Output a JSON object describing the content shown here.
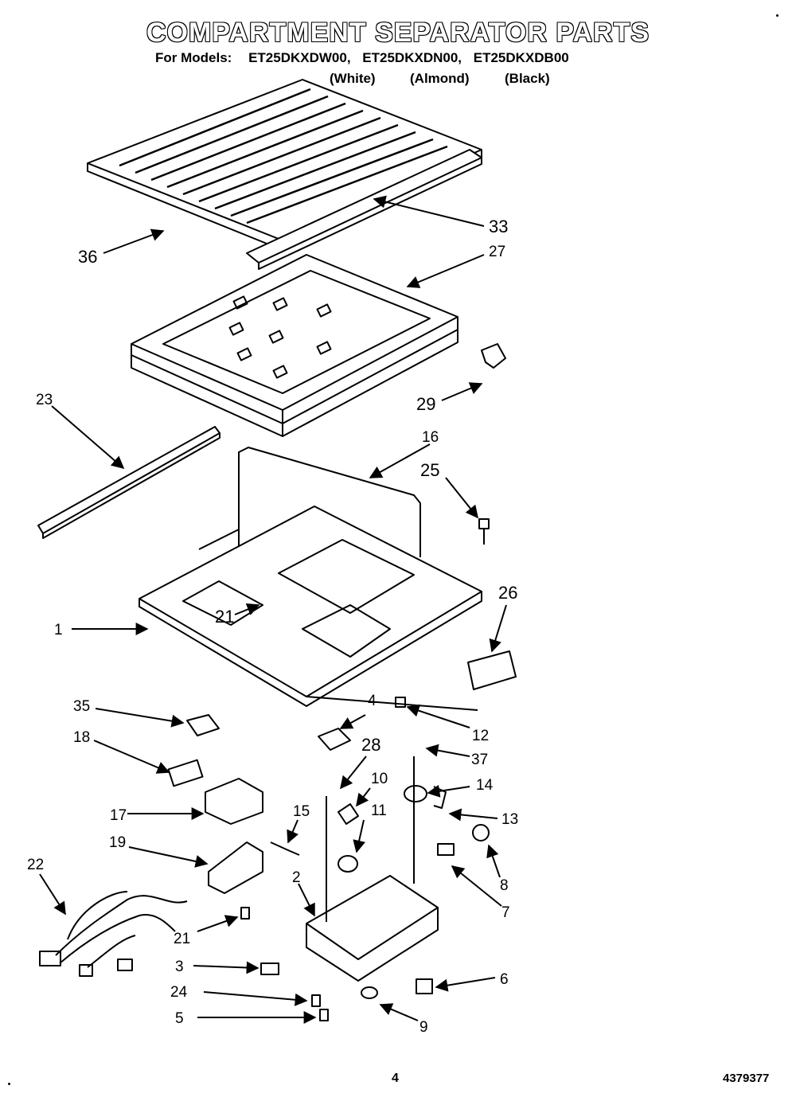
{
  "header": {
    "title": "COMPARTMENT SEPARATOR PARTS",
    "models_label": "For Models:",
    "models": [
      "ET25DKXDW00,",
      "ET25DKXDN00,",
      "ET25DKXDB00"
    ],
    "colors": [
      "(White)",
      "(Almond)",
      "(Black)"
    ]
  },
  "callouts": {
    "c36": "36",
    "c33": "33",
    "c27": "27",
    "c29": "29",
    "c23": "23",
    "c16": "16",
    "c25": "25",
    "c26": "26",
    "c1": "1",
    "c21a": "21",
    "c35": "35",
    "c18": "18",
    "c17": "17",
    "c19": "19",
    "c22": "22",
    "c21b": "21",
    "c3": "3",
    "c24": "24",
    "c5": "5",
    "c4": "4",
    "c28": "28",
    "c10": "10",
    "c11": "11",
    "c15": "15",
    "c2": "2",
    "c12": "12",
    "c37": "37",
    "c14": "14",
    "c13": "13",
    "c8": "8",
    "c7": "7",
    "c6": "6",
    "c9": "9"
  },
  "footer": {
    "page_number": "4",
    "doc_number": "4379377"
  }
}
